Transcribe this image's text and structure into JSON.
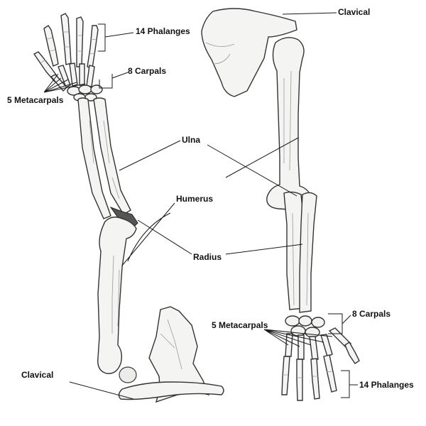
{
  "labels": {
    "left": {
      "phalanges": "14 Phalanges",
      "carpals": "8 Carpals",
      "metacarpals": "5 Metacarpals",
      "ulna": "Ulna",
      "humerus": "Humerus",
      "radius": "Radius",
      "clavical": "Clavical"
    },
    "right": {
      "clavical": "Clavical",
      "carpals": "8 Carpals",
      "metacarpals": "5 Metacarpals",
      "phalanges": "14 Phalanges"
    }
  },
  "colors": {
    "ink": "#1a1a1a",
    "bone_fill": "#f4f4f2",
    "background": "#ffffff"
  }
}
